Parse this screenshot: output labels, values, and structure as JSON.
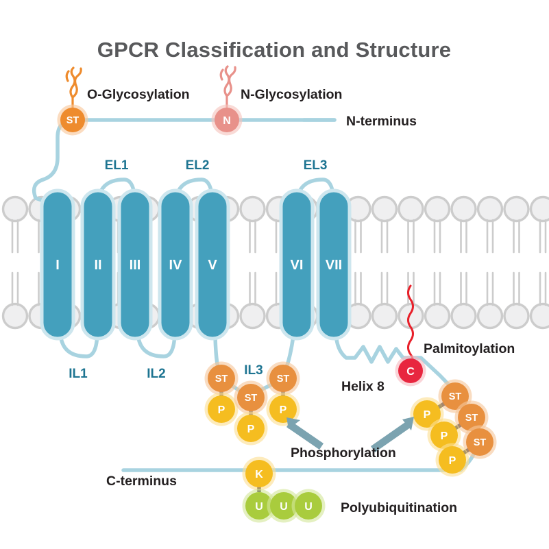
{
  "title": "GPCR Classification and Structure",
  "colors": {
    "title": "#58595b",
    "chain": "#a8d3e0",
    "helix": "#44a0bd",
    "helix_outline": "#cde6ee",
    "lipid_head": "#efeff0",
    "lipid_stroke": "#cccccc",
    "teal_label": "#1d7491",
    "dark_label": "#231f20",
    "o_glyc_orange": "#ee8b2d",
    "n_glyc_salmon": "#e8918a",
    "st_orange": "#e8903f",
    "st_halo": "#f6c79b",
    "p_amber": "#f5bd20",
    "p_halo": "#fbdf93",
    "k_amber": "#f5bd20",
    "u_green": "#a9cc3d",
    "u_halo": "#d4e69b",
    "c_red": "#e8263f",
    "c_halo": "#f7b9c0",
    "palmitoyl": "#e8202a",
    "arrow": "#7ba3b0"
  },
  "labels": {
    "o_glycosylation": "O-Glycosylation",
    "n_glycosylation": "N-Glycosylation",
    "n_terminus": "N-terminus",
    "c_terminus": "C-terminus",
    "palmitoylation": "Palmitoylation",
    "phosphorylation": "Phosphorylation",
    "polyubiquitination": "Polyubiquitination",
    "helix8": "Helix 8"
  },
  "extracellular_loops": [
    {
      "id": "EL1",
      "label": "EL1"
    },
    {
      "id": "EL2",
      "label": "EL2"
    },
    {
      "id": "EL3",
      "label": "EL3"
    }
  ],
  "intracellular_loops": [
    {
      "id": "IL1",
      "label": "IL1"
    },
    {
      "id": "IL2",
      "label": "IL2"
    },
    {
      "id": "IL3",
      "label": "IL3"
    }
  ],
  "transmembrane_helices": [
    {
      "label": "I"
    },
    {
      "label": "II"
    },
    {
      "label": "III"
    },
    {
      "label": "IV"
    },
    {
      "label": "V"
    },
    {
      "label": "VI"
    },
    {
      "label": "VII"
    }
  ],
  "residue_badges": {
    "o_glyc_site": "ST",
    "n_glyc_site": "N",
    "palmitoyl_site": "C",
    "ubiquitin_site": "K",
    "ubiquitin": "U",
    "serine_threonine": "ST",
    "phosphate": "P"
  },
  "il3_modifications": [
    {
      "st": "ST",
      "p": "P"
    },
    {
      "st": "ST",
      "p": "P"
    },
    {
      "st": "ST",
      "p": "P"
    }
  ],
  "cterm_modifications": [
    {
      "st": "ST",
      "p": "P"
    },
    {
      "st": "ST",
      "p": "P"
    },
    {
      "st": "ST",
      "p": "P"
    }
  ],
  "ubiquitin_chain": [
    "U",
    "U",
    "U"
  ]
}
